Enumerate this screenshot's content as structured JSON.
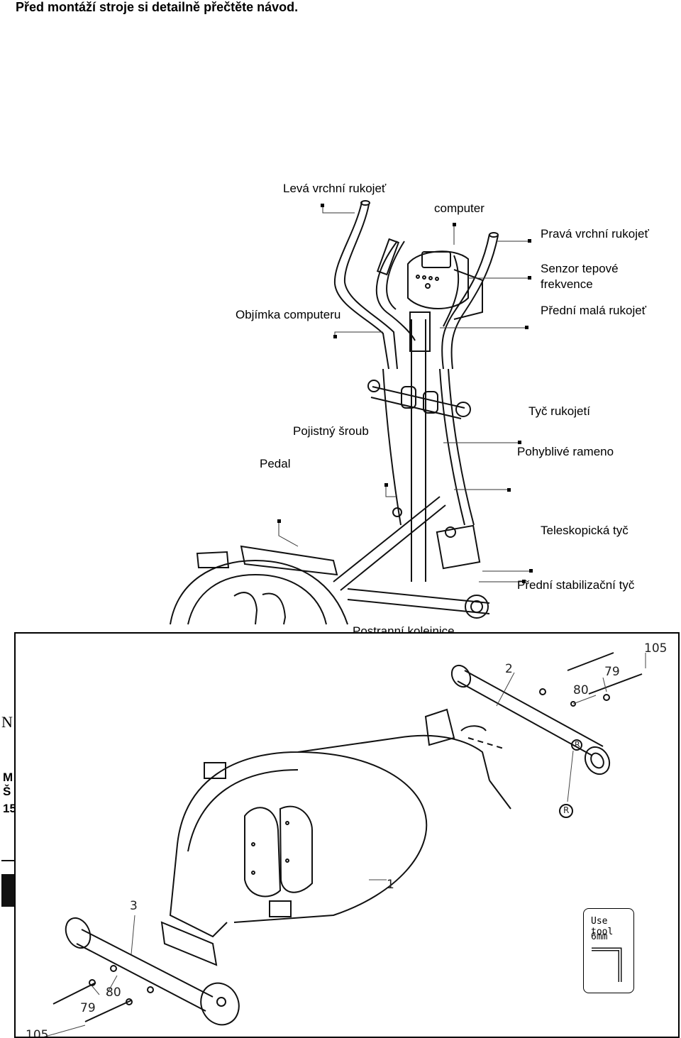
{
  "heading": "Před montáží stroje si detailně přečtěte návod.",
  "labels": {
    "left_top_handle": "Levá vrchní rukojeť",
    "computer": "computer",
    "right_top_handle": "Pravá vrchní rukojeť",
    "pulse_sensor": "Senzor tepové frekvence",
    "computer_bracket": "Objímka computeru",
    "front_small_handle": "Přední malá rukojeť",
    "handle_bar": "Tyč rukojetí",
    "lock_screw": "Pojistný šroub",
    "moving_arm": "Pohyblivé rameno",
    "pedal": "Pedal",
    "telescopic_bar": "Teleskopická tyč",
    "front_stabilizer": "Přední stabilizační tyč",
    "rear_cover_clipped": "Postranní kolejnice"
  },
  "left_fragments": [
    "N",
    "M",
    "Š",
    "15",
    "“"
  ],
  "assembly": {
    "part_numbers": [
      "105",
      "2",
      "79",
      "80",
      "R",
      "R",
      "1",
      "3",
      "80",
      "79",
      "105"
    ],
    "tool_note": "Use tool",
    "tool_size": "6mm"
  }
}
